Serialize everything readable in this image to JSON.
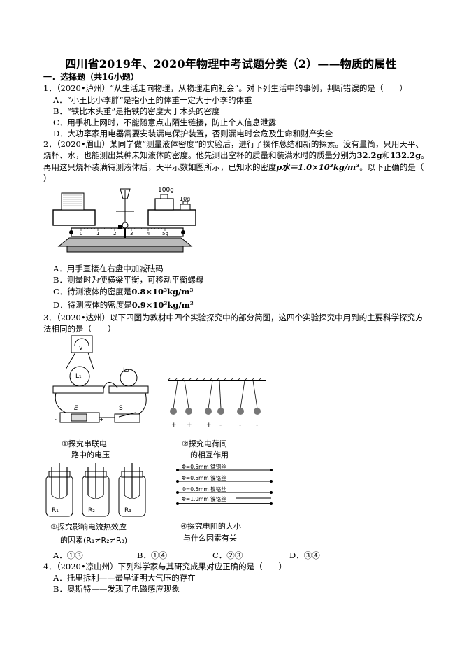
{
  "doc": {
    "title": "四川省2019年、2020年物理中考试题分类（2）——物质的属性",
    "section": "一．选择题（共16小题）"
  },
  "q1": {
    "stem": "1．（2020•泸州）“从生活走向物理，从物理走向社会”。对下列生活中的事例，判断错误的是（　　）",
    "A": "A．“小王比小李胖”是指小王的体重一定大于小李的体重",
    "B": "B．“铁比木头重”是指铁的密度大于木头的密度",
    "C": "C．用手机上网时，不能随意点击陌生链接，防止个人信息泄露",
    "D": "D．大功率家用电器需要安装漏电保护装置，否则漏电时会危及生命和财产安全"
  },
  "q2": {
    "l1": "2．（2020•眉山）某同学做“测量液体密度”的实验后，进行了操作总结和新的探索。没有量筒，只用天平、",
    "l2a": "烧杯、水，也能测出某种未知液体的密度。他先测出空杯的质量和装满水时的质量分别为",
    "m1": "32.2g",
    "and": "和",
    "m2": "132.2g",
    "l2end": "。",
    "l3a": "再用这只烧杯装满待测液体后，天平示数如图所示，已知水的密度",
    "rho": "ρ水＝1.0×10³kg/m³",
    "l3b": "。以下正确的是（",
    "l4": "）",
    "A": "A．用手直接在右盘中加减砝码",
    "B": "B．测量时为使横梁平衡，可移动平衡螺母",
    "Cpre": "C．待测液体的密度是",
    "Cval": "0.8×10³kg/m³",
    "Dpre": "D．待测液体的密度是",
    "Dval": "0.9×10³kg/m³"
  },
  "balance": {
    "w100": "100g",
    "w10": "10g",
    "t0": "0",
    "t1": "1",
    "t2": "2",
    "t3": "3",
    "t4": "4",
    "t5": "5g"
  },
  "q3": {
    "l1": "3．（2020•达州）以下四图为教材中四个实验探究中的部分简图，这四个实验探究中用到的主要科学探究方",
    "l2": "法相同的是（　　）",
    "cap1a": "①探究串联电",
    "cap1b": "路中的电压",
    "cap2a": "②探究电荷间",
    "cap2b": "的相互作用",
    "cap3a": "③探究影响电流热效应",
    "cap3b": "的因素(R₁≠R₂≠R₃)",
    "cap4a": "④探究电阻的大小",
    "cap4b": "与什么因素有关",
    "L1": "L₁",
    "L2": "L₂",
    "V": "V",
    "E": "E",
    "S": "S",
    "R1": "R₁",
    "R2": "R₂",
    "R3": "R₃",
    "w1": "Φ=0.5mm  锰铜丝",
    "w2": "Φ=0.5mm  镍铬丝",
    "w3": "Φ=0.5mm  镍铬丝",
    "w4": "Φ=1.0mm 镍铬丝",
    "A": "A．①③",
    "B": "B．①④",
    "C": "C．②③",
    "D": "D．③④"
  },
  "q4": {
    "stem": "4．（2020•凉山州）下列科学家与其研究成果对应正确的是（　　）",
    "A": "A．托里拆利——最早证明大气压的存在",
    "B": "B．奥斯特——发现了电磁感应现象"
  }
}
